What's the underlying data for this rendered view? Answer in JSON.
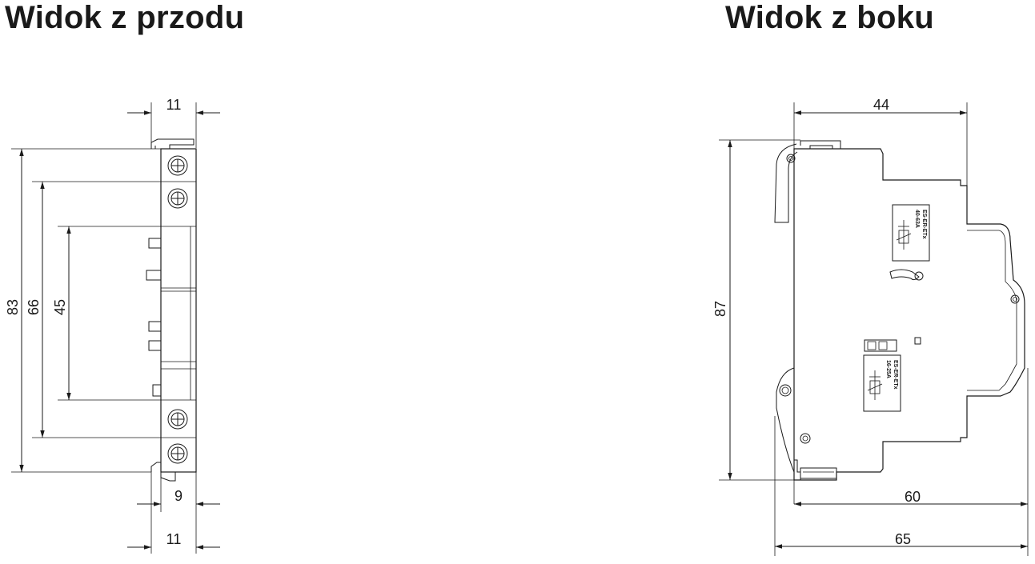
{
  "front_view": {
    "title": "Widok z przodu",
    "dims": {
      "top_width": "11",
      "h83": "83",
      "h66": "66",
      "h45": "45",
      "bottom_width_inner": "9",
      "bottom_width_outer": "11"
    }
  },
  "side_view": {
    "title": "Widok z boku",
    "dims": {
      "top_width": "44",
      "height": "87",
      "bottom_60": "60",
      "bottom_65": "65"
    },
    "labels": {
      "upper_model": "ES-ER-ETx",
      "upper_range": "40-63A",
      "lower_model": "ES-ER-ETx",
      "lower_range": "16-25A"
    }
  }
}
